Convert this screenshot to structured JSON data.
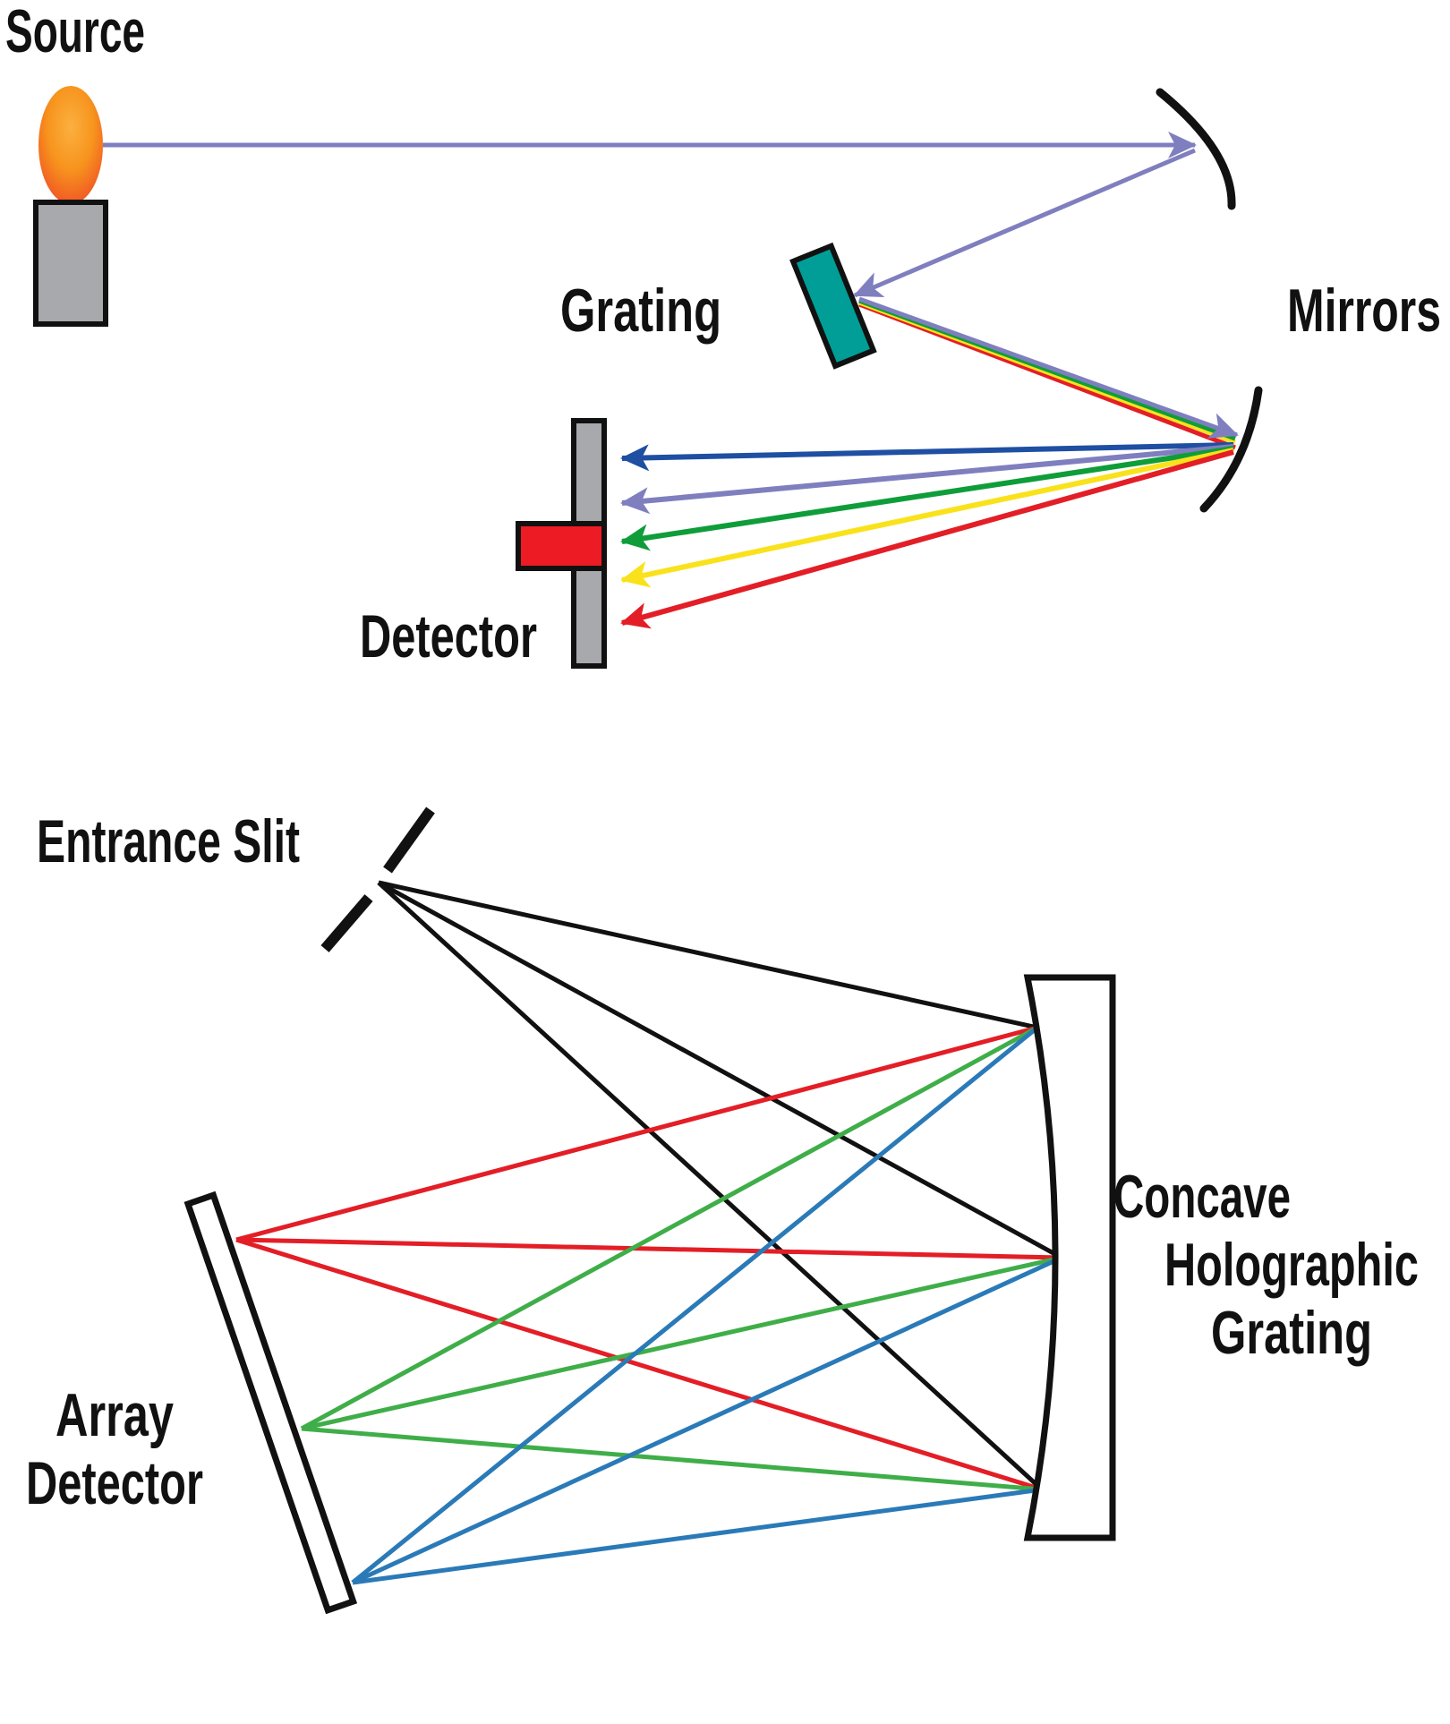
{
  "top_diagram": {
    "labels": {
      "source": "Source",
      "grating": "Grating",
      "mirrors": "Mirrors",
      "detector": "Detector"
    },
    "colors": {
      "source_beam": "#7f7fbf",
      "flame_outer": "#f47b20",
      "flame_inner": "#fbb040",
      "source_body": "#a7a9ac",
      "grating_fill": "#009e96",
      "detector_sensor": "#ed1c24",
      "detector_body": "#a7a9ac",
      "mirror": "#111111"
    },
    "dispersed_beams": [
      {
        "color": "#1f4fa3"
      },
      {
        "color": "#7f7fbf"
      },
      {
        "color": "#0f9d3a"
      },
      {
        "color": "#f9e21c"
      },
      {
        "color": "#e31e26"
      }
    ]
  },
  "bottom_diagram": {
    "labels": {
      "entrance_slit": "Entrance Slit",
      "concave_grating_line1": "Concave",
      "concave_grating_line2": "Holographic",
      "concave_grating_line3": "Grating",
      "array_detector_line1": "Array",
      "array_detector_line2": "Detector"
    },
    "colors": {
      "incident_rays": "#111111",
      "red_rays": "#e31e26",
      "green_rays": "#3fae49",
      "blue_rays": "#2a7ab8"
    }
  }
}
